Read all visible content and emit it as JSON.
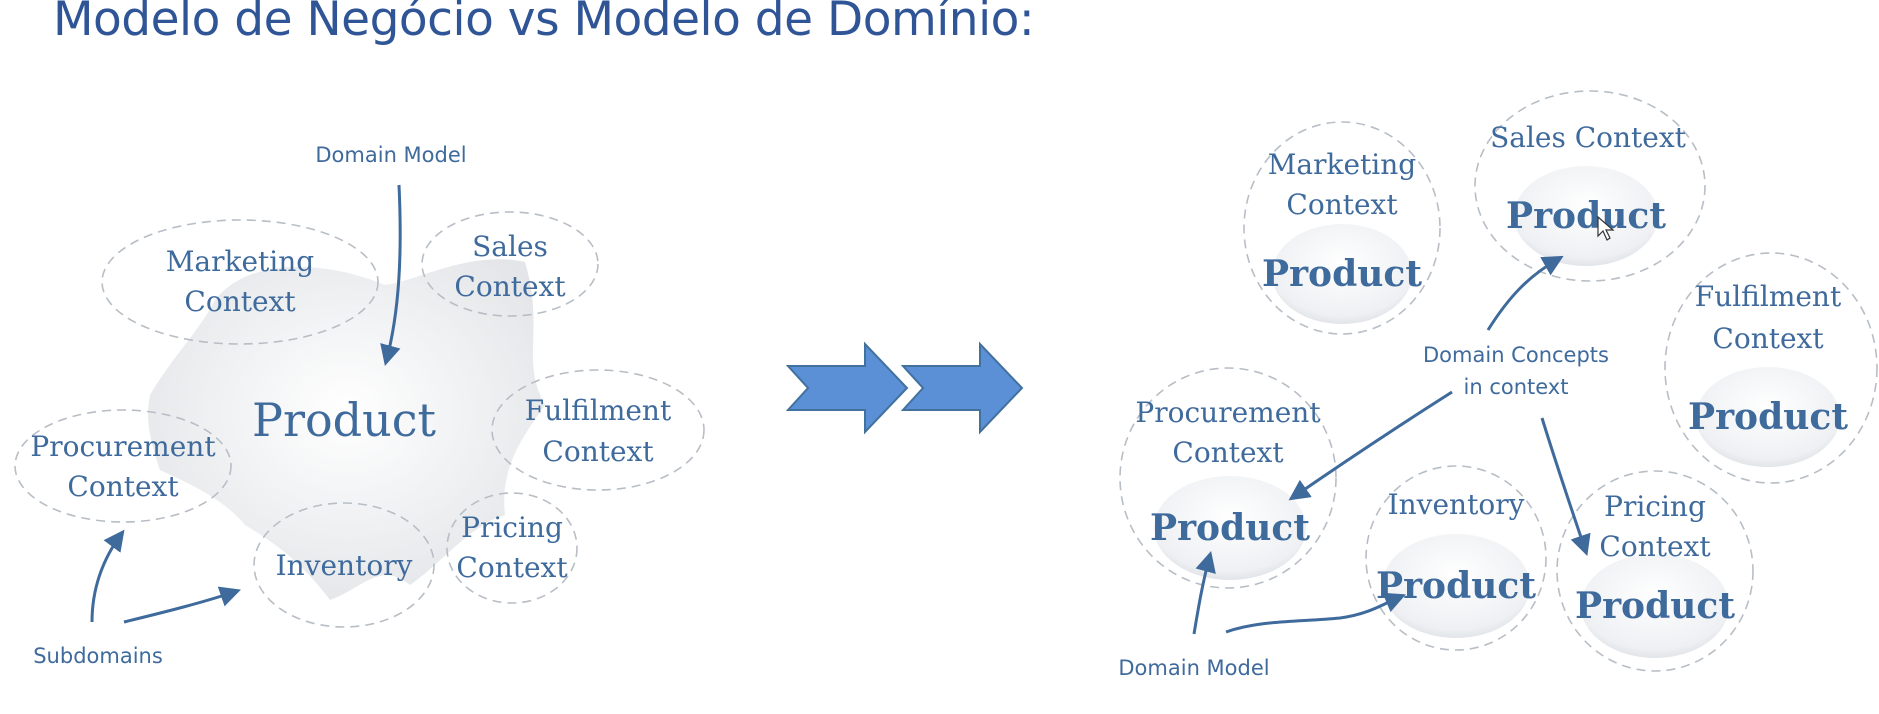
{
  "slide": {
    "title": "Modelo de Negócio vs Modelo de Domínio:"
  },
  "colors": {
    "title": "#2f5597",
    "diagram_text": "#3f6a9c",
    "arrow_fill": "#5b8fd6",
    "arrow_stroke": "#41719c",
    "dashed_outline": "#b8bec6"
  },
  "left_diagram": {
    "domain_model_label": "Domain Model",
    "product_label": "Product",
    "subdomains_label": "Subdomains",
    "contexts": {
      "marketing": [
        "Marketing",
        "Context"
      ],
      "sales": [
        "Sales",
        "Context"
      ],
      "fulfilment": [
        "Fulfilment",
        "Context"
      ],
      "procurement": [
        "Procurement",
        "Context"
      ],
      "inventory": [
        "Inventory"
      ],
      "pricing": [
        "Pricing",
        "Context"
      ]
    }
  },
  "right_diagram": {
    "domain_model_label": "Domain Model",
    "domain_concepts_label": [
      "Domain Concepts",
      "in context"
    ],
    "product_label": "Product",
    "contexts": {
      "marketing": [
        "Marketing",
        "Context"
      ],
      "sales": [
        "Sales Context"
      ],
      "fulfilment": [
        "Fulfilment",
        "Context"
      ],
      "procurement": [
        "Procurement",
        "Context"
      ],
      "inventory": [
        "Inventory"
      ],
      "pricing": [
        "Pricing",
        "Context"
      ]
    }
  },
  "transition": {
    "icon": "double-chevron-arrow-right"
  }
}
